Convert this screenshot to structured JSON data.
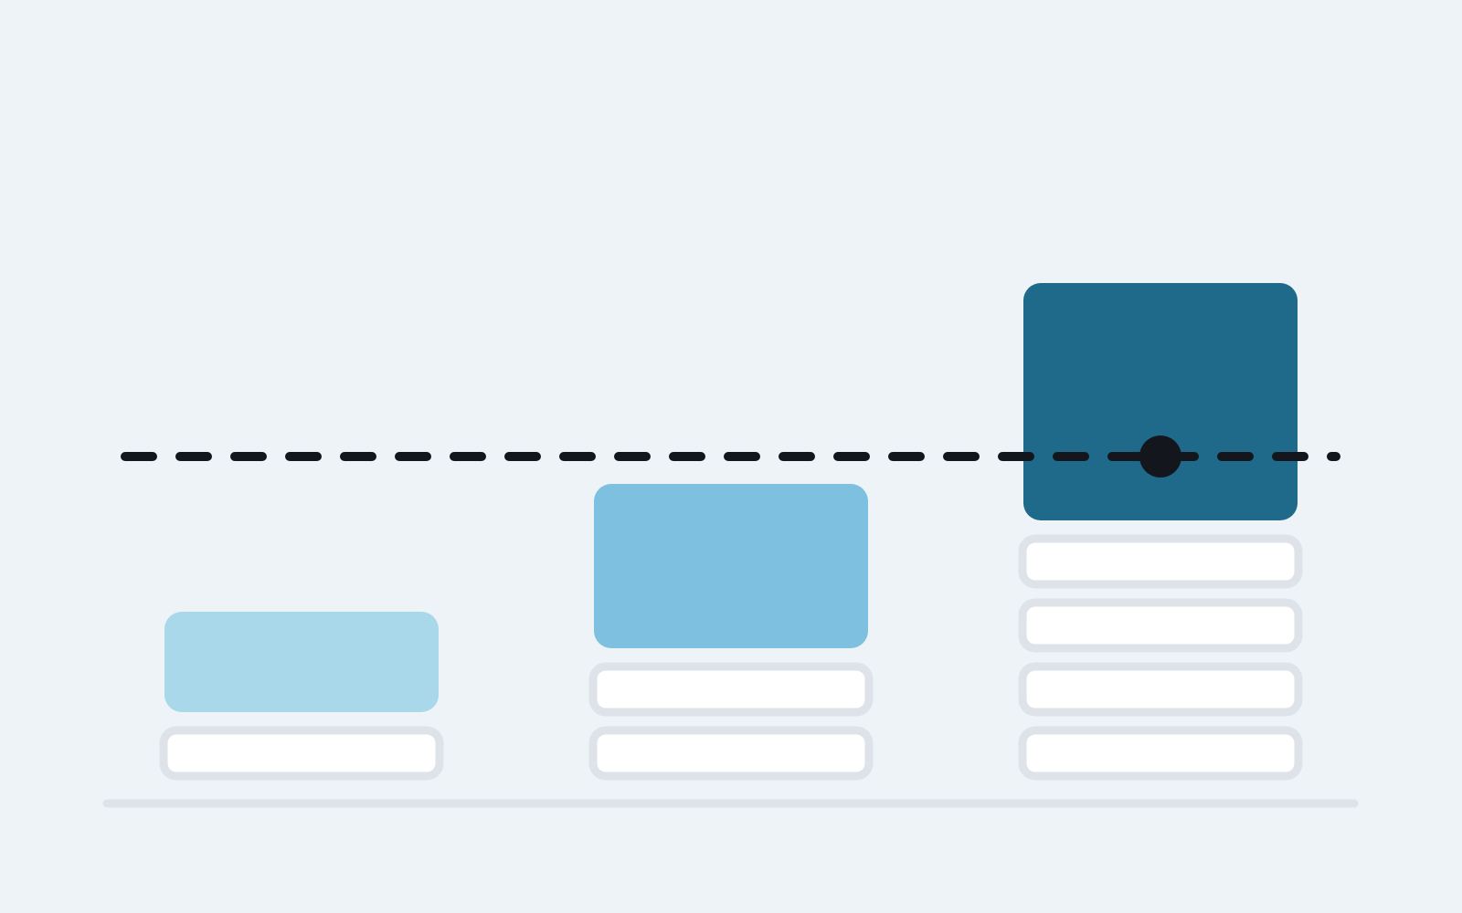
{
  "colors": {
    "background": "#eef3f8",
    "baseline": "#dde3e8",
    "slot_border": "#dde3e8",
    "slot_fill": "#ffffff",
    "threshold_line": "#14161d",
    "marker": "#14161d"
  },
  "columns": [
    {
      "block": {
        "color": "#a9d8ea",
        "level": 1
      },
      "slot_count": 1
    },
    {
      "block": {
        "color": "#7dc0df",
        "level": 2
      },
      "slot_count": 2
    },
    {
      "block": {
        "color": "#1f6a8b",
        "level": 3
      },
      "slot_count": 4
    }
  ],
  "threshold": {
    "style": "dashed",
    "marker_on_column": 3
  },
  "icons": {
    "marker": "filled-circle-icon"
  }
}
